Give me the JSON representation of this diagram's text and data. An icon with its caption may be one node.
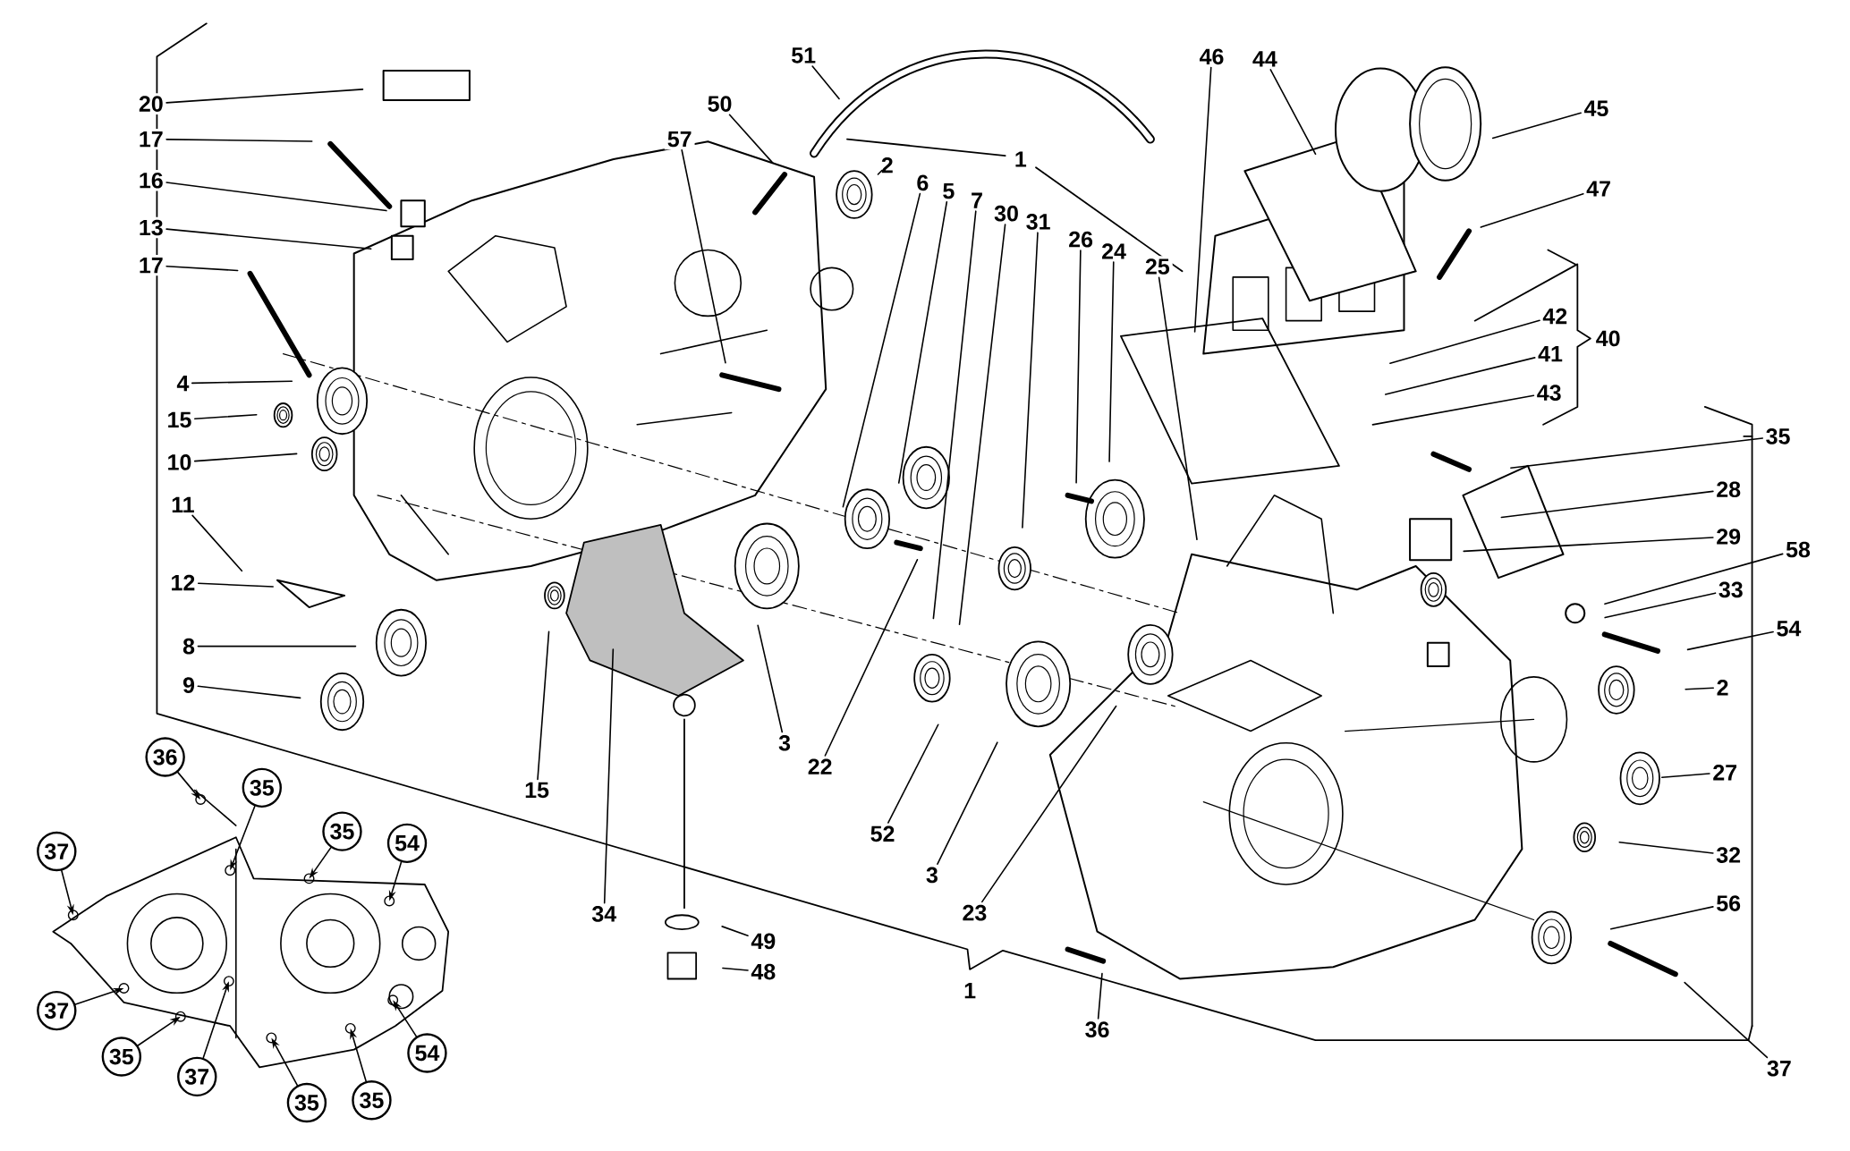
{
  "diagram": {
    "nodes": [
      {
        "text": [
          "20"
        ]
      },
      {
        "text": [
          "17"
        ]
      },
      {
        "text": [
          "16"
        ]
      },
      {
        "text": [
          "13"
        ]
      },
      {
        "text": [
          "17"
        ]
      },
      {
        "text": [
          "4"
        ]
      },
      {
        "text": [
          "15"
        ]
      },
      {
        "text": [
          "10"
        ]
      },
      {
        "text": [
          "11"
        ]
      },
      {
        "text": [
          "12"
        ]
      },
      {
        "text": [
          "8"
        ]
      },
      {
        "text": [
          "9"
        ]
      },
      {
        "text": [
          "51"
        ]
      },
      {
        "text": [
          "50"
        ]
      },
      {
        "text": [
          "57"
        ]
      },
      {
        "text": [
          "2"
        ]
      },
      {
        "text": [
          "6"
        ]
      },
      {
        "text": [
          "5"
        ]
      },
      {
        "text": [
          "7"
        ]
      },
      {
        "text": [
          "30"
        ]
      },
      {
        "text": [
          "31"
        ]
      },
      {
        "text": [
          "26"
        ]
      },
      {
        "text": [
          "24"
        ]
      },
      {
        "text": [
          "25"
        ]
      },
      {
        "text": [
          "46"
        ]
      },
      {
        "text": [
          "44"
        ]
      },
      {
        "text": [
          "45"
        ]
      },
      {
        "text": [
          "47"
        ]
      },
      {
        "text": [
          "42"
        ]
      },
      {
        "text": [
          "41"
        ]
      },
      {
        "text": [
          "43"
        ]
      },
      {
        "text": [
          "35"
        ]
      },
      {
        "text": [
          "28"
        ]
      },
      {
        "text": [
          "29"
        ]
      },
      {
        "text": [
          "58"
        ]
      },
      {
        "text": [
          "33"
        ]
      },
      {
        "text": [
          "54"
        ]
      },
      {
        "text": [
          "2"
        ]
      },
      {
        "text": [
          "27"
        ]
      },
      {
        "text": [
          "32"
        ]
      },
      {
        "text": [
          "56"
        ]
      },
      {
        "text": [
          "37"
        ]
      },
      {
        "text": [
          "15"
        ]
      },
      {
        "text": [
          "3"
        ]
      },
      {
        "text": [
          "22"
        ]
      },
      {
        "text": [
          "52"
        ]
      },
      {
        "text": [
          "3"
        ]
      },
      {
        "text": [
          "23"
        ]
      },
      {
        "text": [
          "34"
        ]
      },
      {
        "text": [
          "49"
        ]
      },
      {
        "text": [
          "48"
        ]
      },
      {
        "text": [
          "36"
        ]
      },
      {
        "text": [
          "36"
        ]
      },
      {
        "text": [
          "35"
        ]
      },
      {
        "text": [
          "37"
        ]
      },
      {
        "text": [
          "35"
        ]
      },
      {
        "text": [
          "54"
        ]
      },
      {
        "text": [
          "37"
        ]
      },
      {
        "text": [
          "35"
        ]
      },
      {
        "text": [
          "37"
        ]
      },
      {
        "text": [
          "54"
        ]
      },
      {
        "text": [
          "35"
        ]
      },
      {
        "text": [
          "35"
        ]
      }
    ],
    "edges": [
      {
        "from": 0,
        "to": null,
        "arrow": "none"
      },
      {
        "from": 1,
        "to": null,
        "arrow": "none"
      },
      {
        "from": 2,
        "to": null,
        "arrow": "none"
      },
      {
        "from": 3,
        "to": null,
        "arrow": "none"
      },
      {
        "from": 4,
        "to": null,
        "arrow": "none"
      },
      {
        "from": 5,
        "to": null,
        "arrow": "none"
      },
      {
        "from": 6,
        "to": null,
        "arrow": "none"
      },
      {
        "from": 7,
        "to": null,
        "arrow": "none"
      },
      {
        "from": 8,
        "to": null,
        "arrow": "none"
      },
      {
        "from": 9,
        "to": null,
        "arrow": "none"
      },
      {
        "from": 10,
        "to": null,
        "arrow": "none"
      },
      {
        "from": 11,
        "to": null,
        "arrow": "none"
      },
      {
        "from": 12,
        "to": null,
        "arrow": "none"
      },
      {
        "from": 13,
        "to": null,
        "arrow": "none"
      },
      {
        "from": 14,
        "to": null,
        "arrow": "none"
      },
      {
        "from": 15,
        "to": null,
        "arrow": "none"
      },
      {
        "from": 16,
        "to": null,
        "arrow": "none"
      },
      {
        "from": 17,
        "to": null,
        "arrow": "none"
      },
      {
        "from": 18,
        "to": null,
        "arrow": "none"
      },
      {
        "from": 19,
        "to": null,
        "arrow": "none"
      },
      {
        "from": 20,
        "to": null,
        "arrow": "none"
      },
      {
        "from": 21,
        "to": null,
        "arrow": "none"
      },
      {
        "from": 22,
        "to": null,
        "arrow": "none"
      },
      {
        "from": 23,
        "to": null,
        "arrow": "none"
      },
      {
        "from": 24,
        "to": null,
        "arrow": "none"
      },
      {
        "from": 25,
        "to": null,
        "arrow": "none"
      },
      {
        "from": 26,
        "to": null,
        "arrow": "none"
      },
      {
        "from": 27,
        "to": null,
        "arrow": "none"
      },
      {
        "from": 28,
        "to": null,
        "arrow": "none"
      },
      {
        "from": 29,
        "to": null,
        "arrow": "none"
      },
      {
        "from": 30,
        "to": null,
        "arrow": "none"
      },
      {
        "from": 31,
        "to": null,
        "arrow": "none"
      },
      {
        "from": 32,
        "to": null,
        "arrow": "none"
      },
      {
        "from": 33,
        "to": null,
        "arrow": "none"
      },
      {
        "from": 34,
        "to": null,
        "arrow": "none"
      },
      {
        "from": 35,
        "to": null,
        "arrow": "none"
      },
      {
        "from": 36,
        "to": null,
        "arrow": "none"
      },
      {
        "from": 37,
        "to": null,
        "arrow": "none"
      },
      {
        "from": 38,
        "to": null,
        "arrow": "none"
      },
      {
        "from": 39,
        "to": null,
        "arrow": "none"
      },
      {
        "from": 40,
        "to": null,
        "arrow": "none"
      },
      {
        "from": 41,
        "to": null,
        "arrow": "none"
      },
      {
        "from": 42,
        "to": null,
        "arrow": "none"
      },
      {
        "from": 43,
        "to": null,
        "arrow": "none"
      },
      {
        "from": 44,
        "to": null,
        "arrow": "none"
      },
      {
        "from": 45,
        "to": null,
        "arrow": "none"
      },
      {
        "from": 46,
        "to": null,
        "arrow": "none"
      },
      {
        "from": 47,
        "to": null,
        "arrow": "none"
      },
      {
        "from": 48,
        "to": null,
        "arrow": "none"
      },
      {
        "from": 49,
        "to": null,
        "arrow": "none"
      },
      {
        "from": 50,
        "to": null,
        "arrow": "none"
      },
      {
        "from": 51,
        "to": null,
        "arrow": "none"
      },
      {
        "from": 52,
        "to": null,
        "arrow": "to"
      },
      {
        "from": 53,
        "to": null,
        "arrow": "to"
      },
      {
        "from": 54,
        "to": null,
        "arrow": "to"
      },
      {
        "from": 55,
        "to": null,
        "arrow": "to"
      },
      {
        "from": 56,
        "to": null,
        "arrow": "to"
      },
      {
        "from": 57,
        "to": null,
        "arrow": "to"
      },
      {
        "from": 58,
        "to": null,
        "arrow": "to"
      },
      {
        "from": 59,
        "to": null,
        "arrow": "to"
      },
      {
        "from": 60,
        "to": null,
        "arrow": "to"
      },
      {
        "from": 61,
        "to": null,
        "arrow": "to"
      },
      {
        "from": 62,
        "to": null,
        "arrow": "to"
      }
    ],
    "labels": [
      "1",
      "40",
      "1"
    ]
  }
}
